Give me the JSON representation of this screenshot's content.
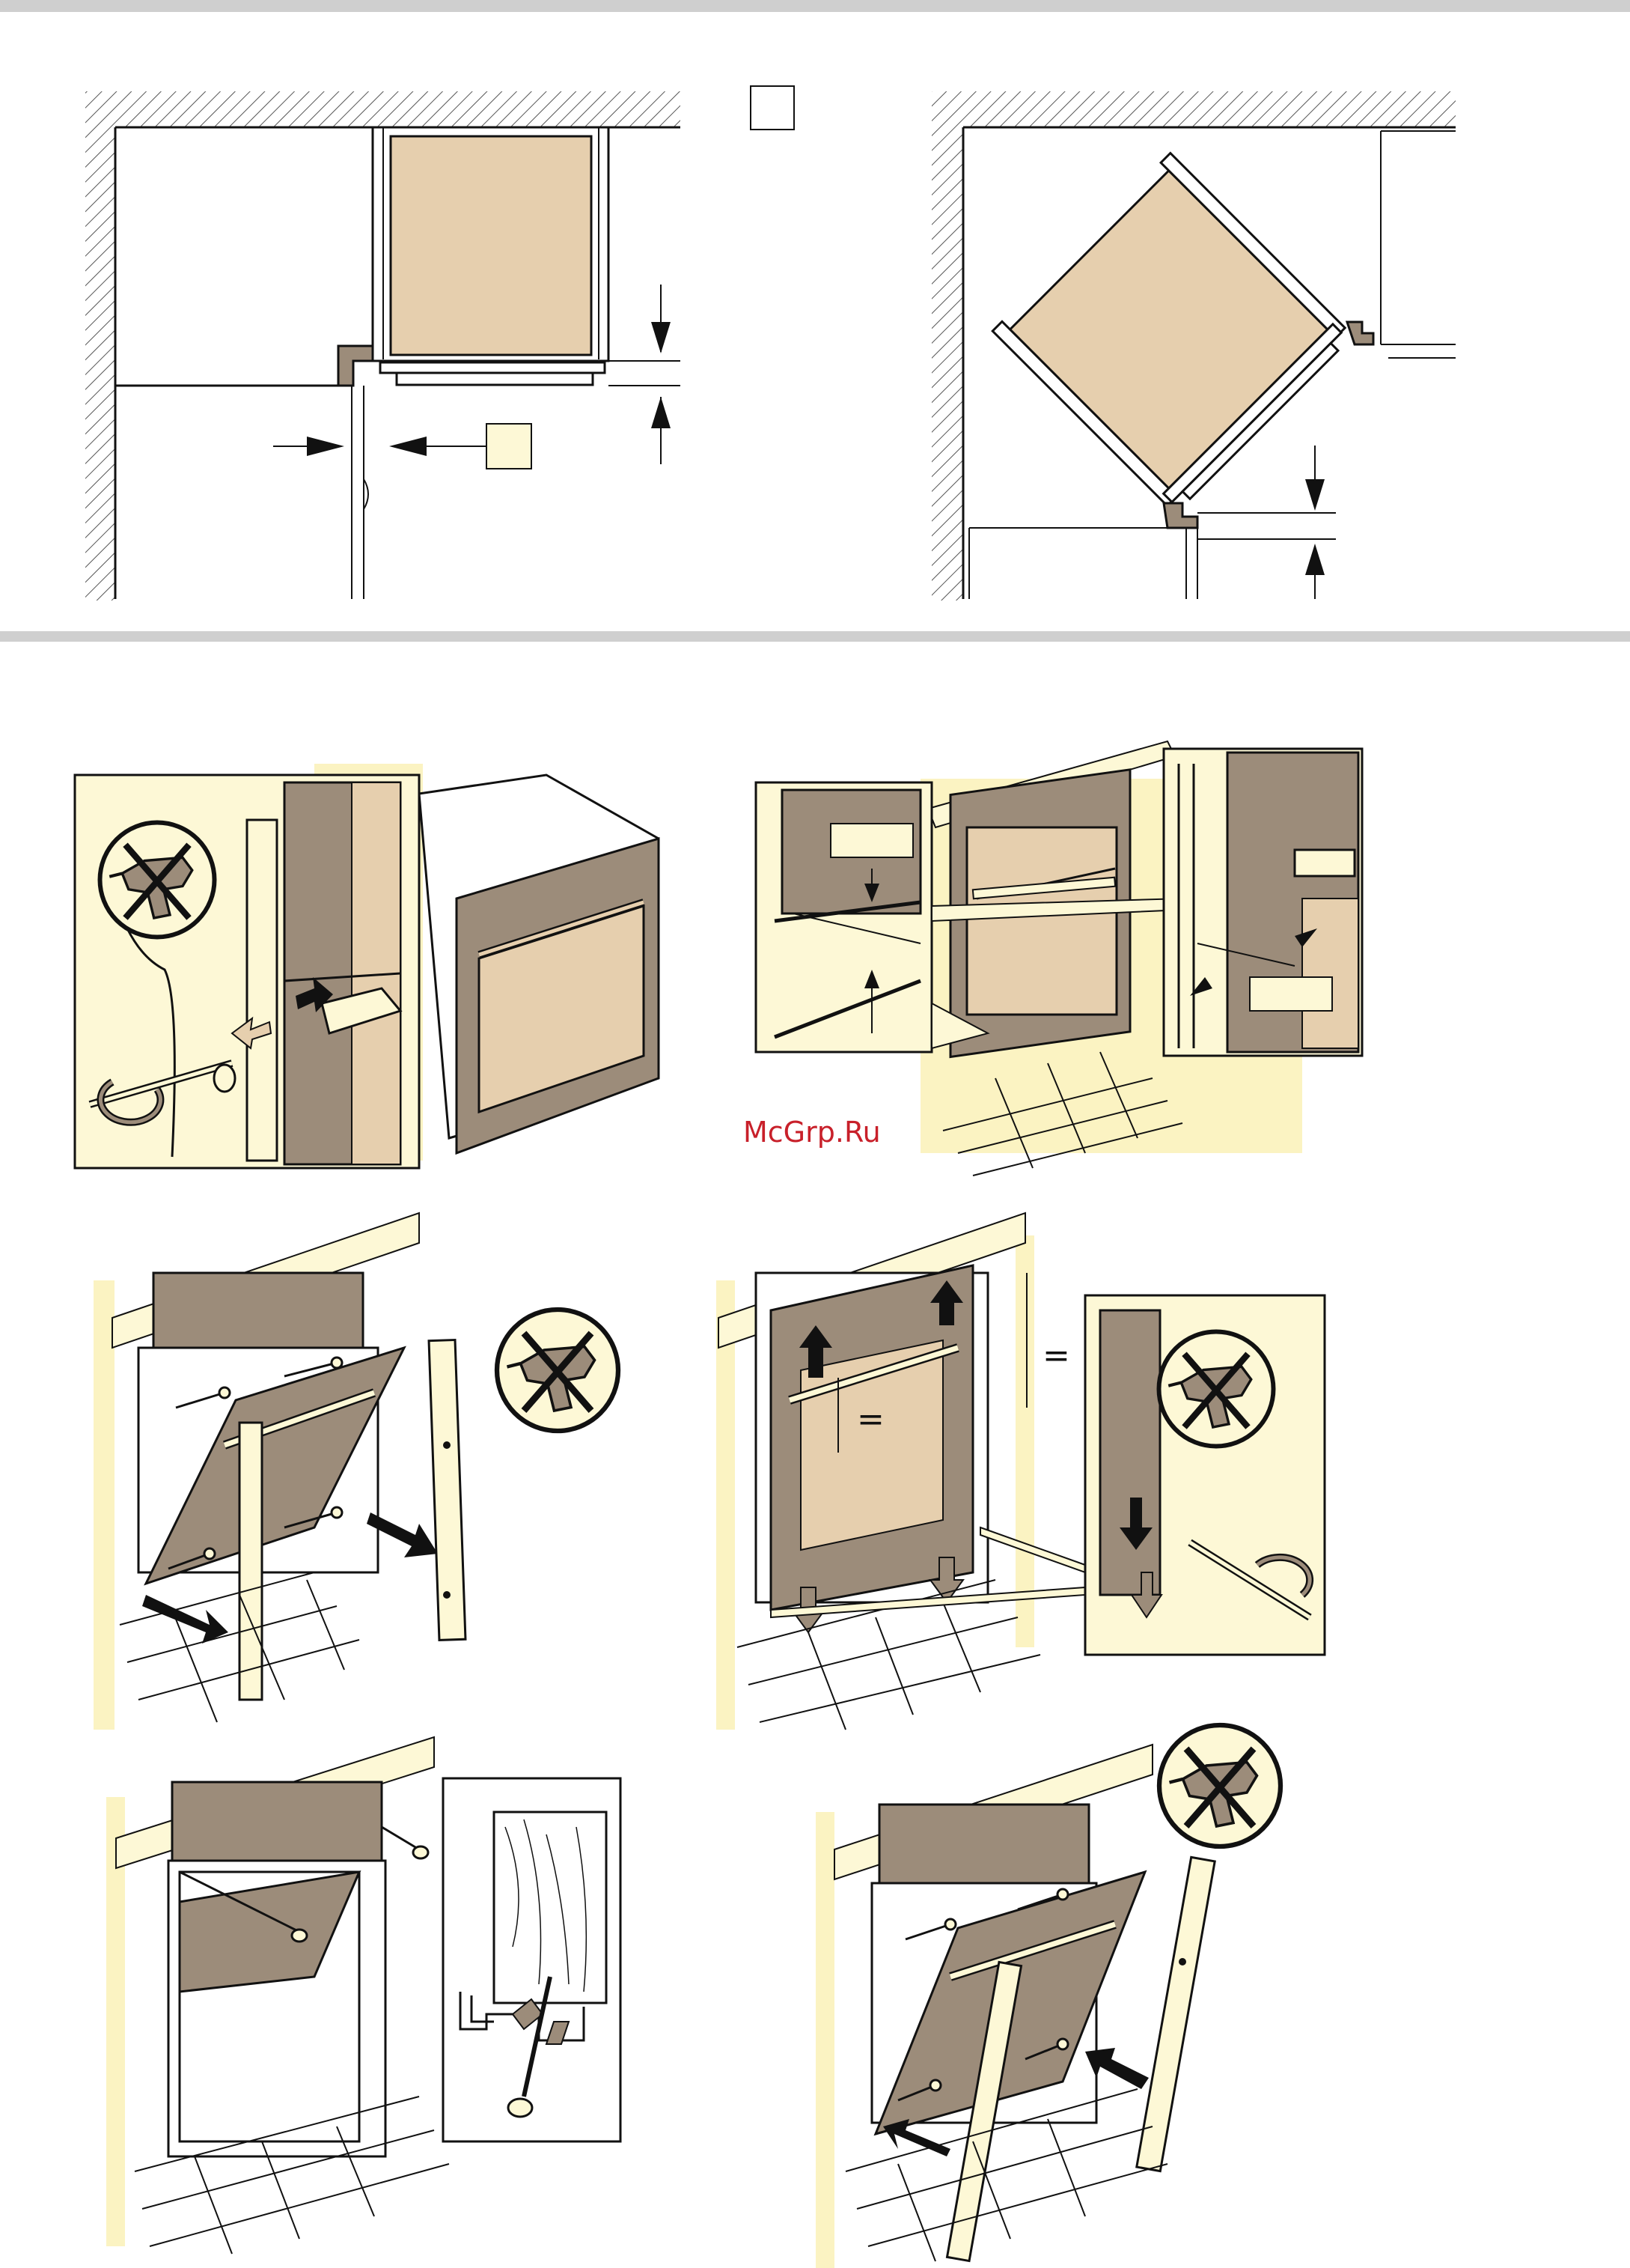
{
  "document": {
    "type": "installation-instructions",
    "watermark": "McGrp.Ru"
  },
  "colors": {
    "panel_beige": "#e6cfae",
    "door_brown": "#9c8c7a",
    "highlight_cream": "#fdf8d6",
    "cream_stripe": "#fbf3c2",
    "wall_hatch": "#555555",
    "rule_gray": "#cfcfcf",
    "line": "#1a1a1a",
    "watermark_red": "#c8202a"
  },
  "figures": [
    {
      "id": "fig-cabinet-top-view",
      "symbols": [
        "dimension-arrows",
        "empty-label-box"
      ]
    },
    {
      "id": "fig-cabinet-corner-view",
      "symbols": [
        "dimension-arrows"
      ]
    },
    {
      "id": "fig-oven-side-panel",
      "symbols": [
        "no-drill-icon",
        "screwdriver-icon",
        "direction-arrows"
      ]
    },
    {
      "id": "fig-oven-gap-detail",
      "symbols": [
        "dimension-arrows",
        "blank-label-boxes"
      ]
    },
    {
      "id": "fig-door-open-screws",
      "symbols": [
        "no-drill-icon",
        "screw-icons",
        "direction-arrows"
      ]
    },
    {
      "id": "fig-door-alignment",
      "equals_marks": [
        "=",
        "=",
        "="
      ],
      "symbols": [
        "no-drill-icon",
        "screwdriver-icon"
      ]
    },
    {
      "id": "fig-door-fixing-screw",
      "symbols": [
        "screw-icon",
        "wood-section-detail"
      ]
    },
    {
      "id": "fig-door-reassembly",
      "symbols": [
        "no-drill-icon",
        "screw-icons",
        "direction-arrows"
      ]
    }
  ]
}
